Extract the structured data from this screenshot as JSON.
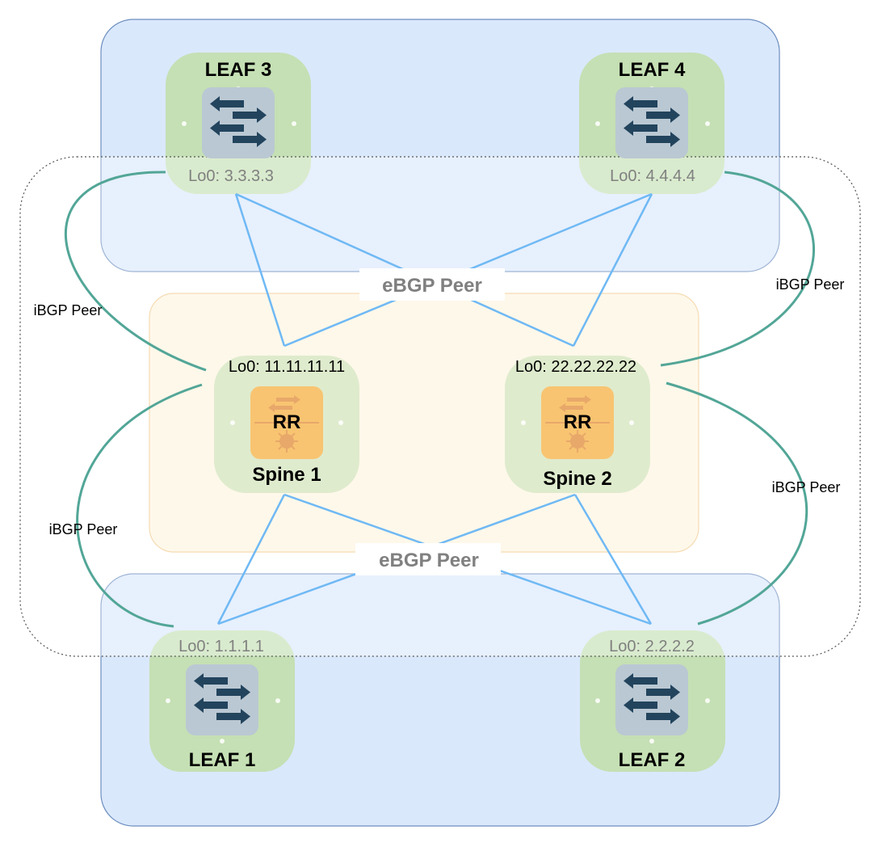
{
  "leaves": [
    {
      "id": "leaf3",
      "name": "LEAF 3",
      "loopback": "Lo0: 3.3.3.3"
    },
    {
      "id": "leaf4",
      "name": "LEAF 4",
      "loopback": "Lo0: 4.4.4.4"
    },
    {
      "id": "leaf1",
      "name": "LEAF 1",
      "loopback": "Lo0: 1.1.1.1"
    },
    {
      "id": "leaf2",
      "name": "LEAF 2",
      "loopback": "Lo0: 2.2.2.2"
    }
  ],
  "spines": [
    {
      "id": "spine1",
      "name": "Spine 1",
      "loopback": "Lo0: 11.11.11.11",
      "role": "RR"
    },
    {
      "id": "spine2",
      "name": "Spine 2",
      "loopback": "Lo0: 22.22.22.22",
      "role": "RR"
    }
  ],
  "peer_labels": {
    "ebgp_top": "eBGP Peer",
    "ebgp_bottom": "eBGP Peer",
    "ibgp_left_top": "iBGP Peer",
    "ibgp_right_top": "iBGP Peer",
    "ibgp_left_bottom": "iBGP Peer",
    "ibgp_right_bottom": "iBGP Peer"
  },
  "colors": {
    "leaf_zone_fill": "#dae8fc",
    "leaf_zone_stroke": "#6c8ebf",
    "spine_zone_fill": "#fdf3dd",
    "spine_zone_stroke": "#f2c88a",
    "node_bg": "#c5e0b4",
    "switch_icon_bg": "#bac8d3",
    "switch_icon_arrow": "#23445d",
    "rr_bg": "#f8c471",
    "ebgp_line": "#6fb9f4",
    "ibgp_line": "#52a697"
  }
}
